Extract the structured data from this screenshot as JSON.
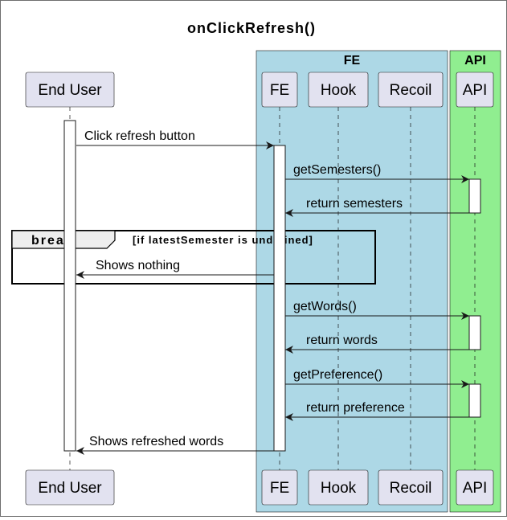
{
  "title": "onClickRefresh()",
  "colors": {
    "participant_fill": "#e2e2f0",
    "participant_stroke": "#181818",
    "box_fe": "#add8e6",
    "box_api": "#90ee90",
    "line": "#181818",
    "lifeline": "#181818",
    "activation_fill": "#ffffff",
    "fragment_header": "#eeeeee"
  },
  "boxes": [
    {
      "id": "fe_box",
      "label": "FE"
    },
    {
      "id": "api_box",
      "label": "API"
    }
  ],
  "participants": [
    {
      "id": "user",
      "label": "End User"
    },
    {
      "id": "fe",
      "label": "FE"
    },
    {
      "id": "hook",
      "label": "Hook"
    },
    {
      "id": "recoil",
      "label": "Recoil"
    },
    {
      "id": "api",
      "label": "API"
    }
  ],
  "messages": [
    {
      "from": "user",
      "to": "fe",
      "label": "Click refresh button",
      "dashed": false
    },
    {
      "from": "fe",
      "to": "api",
      "label": "getSemesters()",
      "dashed": false
    },
    {
      "from": "api",
      "to": "fe",
      "label": "return semesters",
      "dashed": false
    },
    {
      "from": "fe",
      "to": "user",
      "label": "Shows nothing",
      "dashed": false
    },
    {
      "from": "fe",
      "to": "api",
      "label": "getWords()",
      "dashed": false
    },
    {
      "from": "api",
      "to": "fe",
      "label": "return words",
      "dashed": false
    },
    {
      "from": "fe",
      "to": "api",
      "label": "getPreference()",
      "dashed": false
    },
    {
      "from": "api",
      "to": "fe",
      "label": "return preference",
      "dashed": false
    },
    {
      "from": "fe",
      "to": "user",
      "label": "Shows refreshed words",
      "dashed": false
    }
  ],
  "fragment": {
    "keyword": "break",
    "condition": "[if latestSemester is undefined]"
  }
}
